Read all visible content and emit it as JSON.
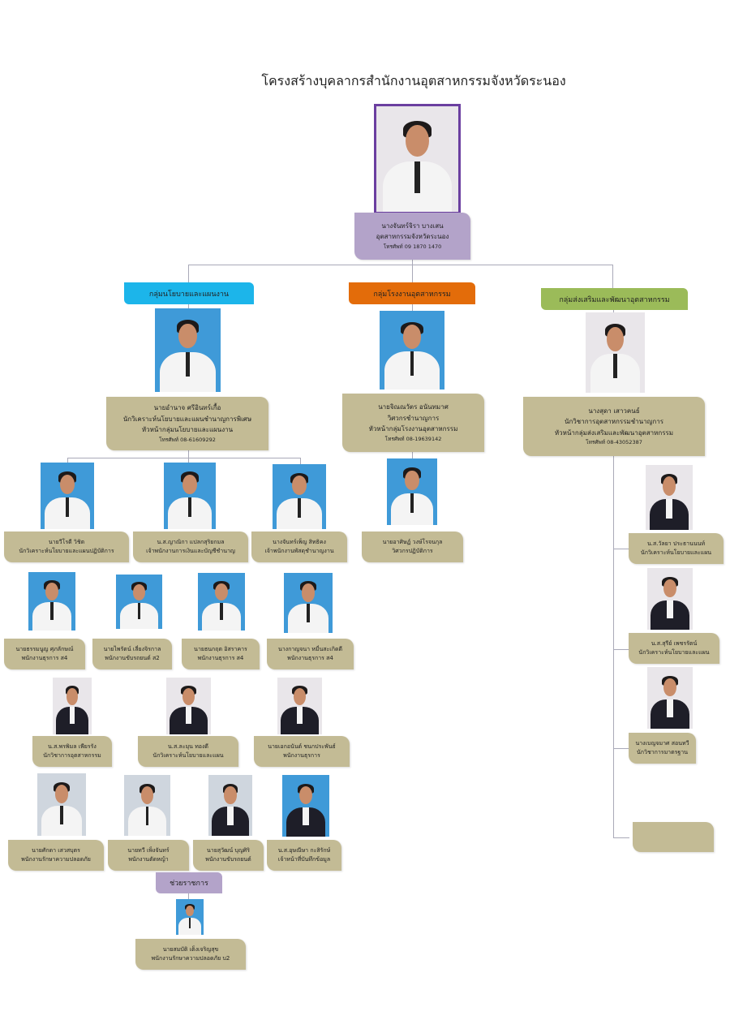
{
  "title": "โครงสร้างบุคลากรสำนักงานอุตสาหกรรมจังหวัดระนอง",
  "colors": {
    "box": "#c3bb95",
    "director": "#b3a3c9",
    "group_policy": "#1cb5ea",
    "group_factory": "#e36c0a",
    "group_promotion": "#9bbb59",
    "secondment": "#b3a3c9"
  },
  "director": {
    "name": "นางจันทร์จิรา บางเสน",
    "position": "อุตสาหกรรมจังหวัดระนอง",
    "phone": "โทรศัพท์ 09 1870 1470"
  },
  "groups": [
    {
      "label": "กลุ่มนโยบายและแผนงาน",
      "head": {
        "name": "นายอำนาจ  ศรีอินทร์เกื้อ",
        "position": "นักวิเคราะห์นโยบายและแผนชำนาญการพิเศษ",
        "role": "หัวหน้ากลุ่มนโยบายและแผนงาน",
        "phone": "โทรศัพท์ 08-61609292"
      }
    },
    {
      "label": "กลุ่มโรงงานอุตสาหกรรม",
      "head": {
        "name": "นายจิณณวัตร อนันทมาศ",
        "position": "วิศวกรชำนาญการ",
        "role": "หัวหน้ากลุ่มโรงงานอุตสาหกรรม",
        "phone": "โทรศัพท์ 08-19639142"
      }
    },
    {
      "label": "กลุ่มส่งเสริมและพัฒนาอุตสาหกรรม",
      "head": {
        "name": "นางสุดา  เสาวคนธ์",
        "position": "นักวิชาการอุตสาหกรรมชำนาญการ",
        "role": "หัวหน้ากลุ่มส่งเสริมและพัฒนาอุตสาหกรรม",
        "phone": "โทรศัพท์ 08-43052387"
      }
    }
  ],
  "staff": [
    {
      "name": "นายวีโรดี  วิชิต",
      "position": "นักวิเคราะห์นโยบายและแผนปฏิบัติการ"
    },
    {
      "name": "น.ส.ญาณิกา แปลกสุริยกมล",
      "position": "เจ้าพนักงานการเงินและบัญชีชำนาญ"
    },
    {
      "name": "นางจันทร์เพ็ญ สิทธิคง",
      "position": "เจ้าพนักงานพัสดุชำนาญงาน"
    },
    {
      "name": "นายอาศิษฏ์  วงษ์โรจนกุล",
      "position": "วิศวกรปฏิบัติการ"
    },
    {
      "name": "นายธรรมนูญ ศุภลักษณ์",
      "position": "พนักงานธุรการ ส4"
    },
    {
      "name": "นายไพรัตน์  เลี่ยงจิรกาล",
      "position": "พนักงานขับรถยนต์ ส2"
    },
    {
      "name": "นายธนกฤต อิสราคาร",
      "position": "พนักงานธุรการ ส4"
    },
    {
      "name": "นางกาญจนา หมื่นสะเกิดดี",
      "position": "พนักงานธุรการ ส4"
    },
    {
      "name": "น.ส.พรพิมล  เพียรรัง",
      "position": "นักวิชาการอุตสาหกรรม"
    },
    {
      "name": "น.ส.ละมุน ทองดี",
      "position": "นักวิเคราะห์นโยบายและแผน"
    },
    {
      "name": "นายเอกอนันต์ ชนกประพันธ์",
      "position": "พนักงานธุรการ"
    },
    {
      "name": "นายศักดา เสวสบุตร",
      "position": "พนักงานรักษาความปลอดภัย"
    },
    {
      "name": "นายทวี เพ็งจันทร์",
      "position": "พนักงานตัดหญ้า"
    },
    {
      "name": "นายสุวัฒน์ บุญศิริ",
      "position": "พนักงานขับรถยนต์"
    },
    {
      "name": "น.ส.อุษณีษา กะสิรักษ์",
      "position": "เจ้าหน้าที่บันทึกข้อมูล"
    },
    {
      "name": "น.ส.วัลยา ประธานนนท์",
      "position": "นักวิเคราะห์นโยบายและแผน"
    },
    {
      "name": "น.ส.สุรีย์ เพชรรัตน์",
      "position": "นักวิเคราะห์นโยบายและแผน"
    },
    {
      "name": "นางเบญจมาศ สอนทวี",
      "position": "นักวิชาการมาตรฐาน"
    }
  ],
  "secondment": {
    "label": "ช่วยราชการ",
    "person": {
      "name": "นายสมบัติ  เต็งเจริญสุข",
      "position": "พนักงานรักษาความปลอดภัย บ2"
    }
  }
}
